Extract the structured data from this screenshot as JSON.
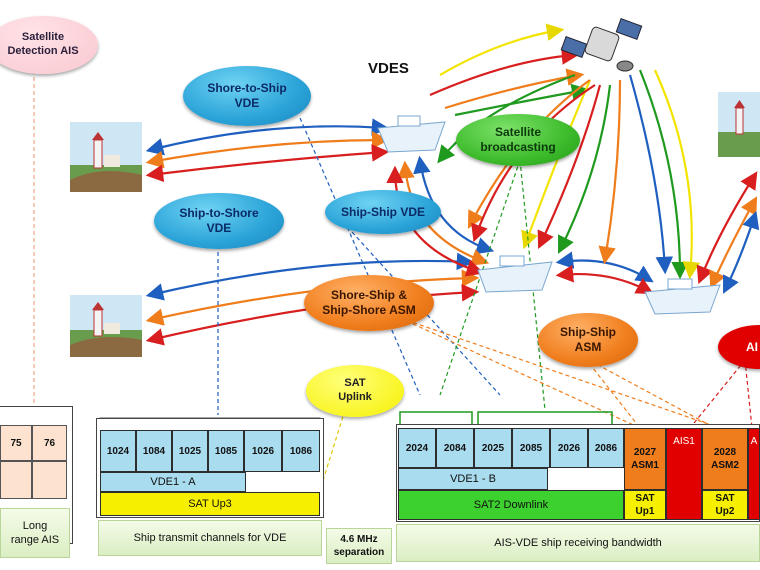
{
  "diagram_title": "VDES",
  "bubbles": {
    "satellite_detection_ais": "Satellite\nDetection AIS",
    "shore_to_ship_vde": "Shore-to-Ship\nVDE",
    "ship_to_shore_vde": "Ship-to-Shore\nVDE",
    "ship_ship_vde": "Ship-Ship VDE",
    "satellite_broadcasting": "Satellite\nbroadcasting",
    "shore_ship_asm": "Shore-Ship &\nShip-Shore ASM",
    "ship_ship_asm": "Ship-Ship\nASM",
    "sat_uplink": "SAT\nUplink",
    "ais_partial": "AI"
  },
  "ais_channels": {
    "ch75": "75",
    "ch76": "76",
    "caption": "Long\nrange AIS"
  },
  "transmit_channels": {
    "numbers": [
      "1024",
      "1084",
      "1025",
      "1085",
      "1026",
      "1086"
    ],
    "vde1a": "VDE1 - A",
    "sat_up3": "SAT Up3",
    "caption": "Ship transmit channels for VDE"
  },
  "separation": "4.6 MHz\nseparation",
  "receive_channels": {
    "numbers": [
      "2024",
      "2084",
      "2025",
      "2085",
      "2026",
      "2086"
    ],
    "vde1b": "VDE1 - B",
    "sat2_downlink": "SAT2 Downlink",
    "asm1": "2027\nASM1",
    "ais1": "AIS1",
    "asm2": "2028\nASM2",
    "ais2_partial": "A",
    "sat_up1": "SAT\nUp1",
    "sat_up2": "SAT\nUp2",
    "caption": "AIS-VDE ship receiving bandwidth"
  },
  "colors": {
    "link_blue": "#1f5fbf",
    "link_orange": "#f07d1c",
    "link_red": "#d81e1e",
    "link_green": "#1f9a1f",
    "link_yellow": "#f2e400"
  }
}
